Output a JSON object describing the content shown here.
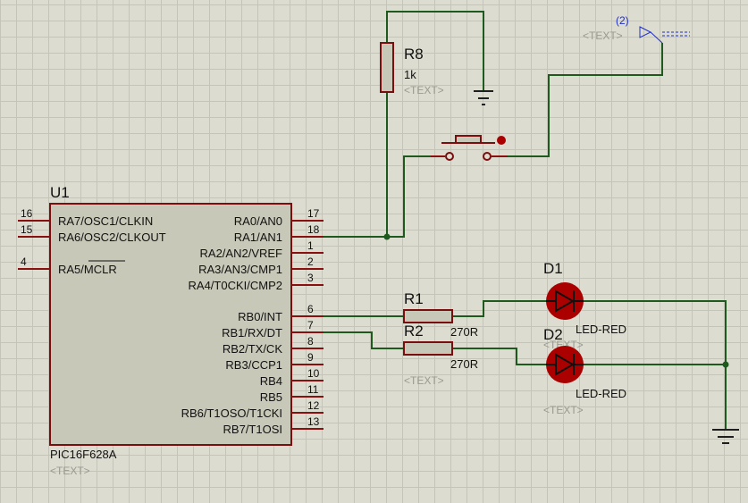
{
  "u1": {
    "ref": "U1",
    "part": "PIC16F628A",
    "text": "<TEXT>",
    "pins_left": [
      {
        "num": "16",
        "name": "RA7/OSC1/CLKIN"
      },
      {
        "num": "15",
        "name": "RA6/OSC2/CLKOUT"
      },
      {
        "num": "4",
        "name": "RA5/MCLR"
      }
    ],
    "pins_right": [
      {
        "num": "17",
        "name": "RA0/AN0"
      },
      {
        "num": "18",
        "name": "RA1/AN1"
      },
      {
        "num": "1",
        "name": "RA2/AN2/VREF"
      },
      {
        "num": "2",
        "name": "RA3/AN3/CMP1"
      },
      {
        "num": "3",
        "name": "RA4/T0CKI/CMP2"
      },
      {
        "num": "6",
        "name": "RB0/INT"
      },
      {
        "num": "7",
        "name": "RB1/RX/DT"
      },
      {
        "num": "8",
        "name": "RB2/TX/CK"
      },
      {
        "num": "9",
        "name": "RB3/CCP1"
      },
      {
        "num": "10",
        "name": "RB4"
      },
      {
        "num": "11",
        "name": "RB5"
      },
      {
        "num": "12",
        "name": "RB6/T1OSO/T1CKI"
      },
      {
        "num": "13",
        "name": "RB7/T1OSI"
      }
    ]
  },
  "r8": {
    "ref": "R8",
    "value": "1k",
    "text": "<TEXT>"
  },
  "r1": {
    "ref": "R1",
    "value": "270R"
  },
  "r2": {
    "ref": "R2",
    "value": "270R",
    "text": "<TEXT>"
  },
  "d1": {
    "ref": "D1",
    "value": "LED-RED",
    "text": "<TEXT>"
  },
  "d2": {
    "ref": "D2",
    "value": "LED-RED",
    "text": "<TEXT>"
  },
  "terminal": {
    "label": "(2)",
    "text": "<TEXT>"
  },
  "colors": {
    "wire": "#1e5a1e",
    "pin": "#8a1010",
    "led": "#aa0000",
    "background": "#dcdcd0"
  }
}
